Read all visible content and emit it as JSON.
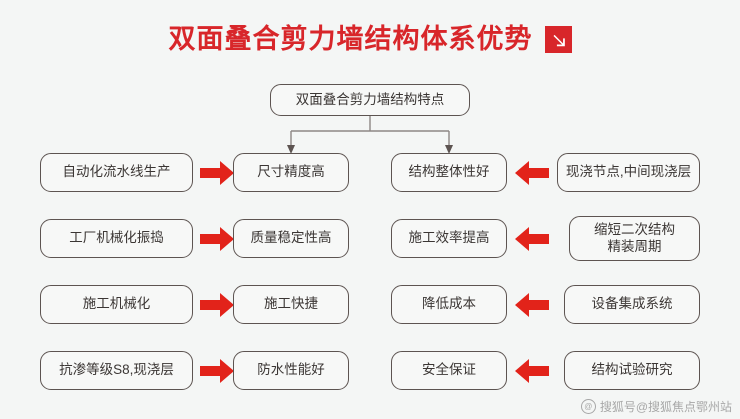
{
  "header": {
    "title": "双面叠合剪力墙结构体系优势",
    "badge_icon": "arrow-down-right-icon",
    "title_color": "#d8262a"
  },
  "diagram": {
    "root": {
      "label": "双面叠合剪力墙结构特点"
    },
    "branch_arrow_icon": "arrow-down-icon",
    "colors": {
      "arrow_red": "#e2231a",
      "node_border": "#5d5451",
      "node_fill": "#f7f8f7",
      "background": "#f4f6f5",
      "connector_line": "#6b6260"
    },
    "rows": [
      {
        "cause_left": "自动化流水线生产",
        "effect_left": "尺寸精度高",
        "effect_right": "结构整体性好",
        "cause_right": "现浇节点,中间现浇层",
        "arrow_left_icon": "arrow-right-icon",
        "arrow_right_icon": "arrow-left-icon"
      },
      {
        "cause_left": "工厂机械化振捣",
        "effect_left": "质量稳定性高",
        "effect_right": "施工效率提高",
        "cause_right": "缩短二次结构\n精装周期",
        "arrow_left_icon": "arrow-right-icon",
        "arrow_right_icon": "arrow-left-icon"
      },
      {
        "cause_left": "施工机械化",
        "effect_left": "施工快捷",
        "effect_right": "降低成本",
        "cause_right": "设备集成系统",
        "arrow_left_icon": "arrow-right-icon",
        "arrow_right_icon": "arrow-left-icon"
      },
      {
        "cause_left": "抗渗等级S8,现浇层",
        "effect_left": "防水性能好",
        "effect_right": "安全保证",
        "cause_right": "结构试验研究",
        "arrow_left_icon": "arrow-right-icon",
        "arrow_right_icon": "arrow-left-icon"
      }
    ]
  },
  "watermark": {
    "text": "搜狐号@搜狐焦点鄂州站",
    "logo_icon": "sohu-logo-icon"
  }
}
